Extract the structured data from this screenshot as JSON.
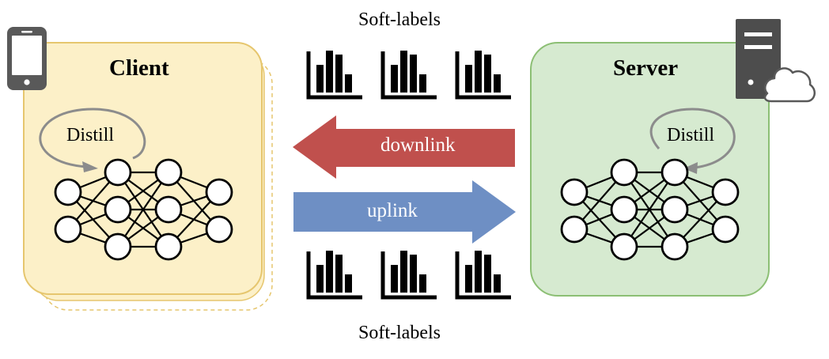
{
  "labels": {
    "soft_labels_top": "Soft-labels",
    "soft_labels_bottom": "Soft-labels"
  },
  "client": {
    "title": "Client",
    "loop_label": "Distill",
    "device_icon": "smartphone-icon"
  },
  "server": {
    "title": "Server",
    "loop_label": "Distill",
    "device_icon": "server-tower-icon",
    "cloud_icon": "cloud-icon"
  },
  "arrows": {
    "downlink": {
      "label": "downlink",
      "color": "#c0504d"
    },
    "uplink": {
      "label": "uplink",
      "color": "#6e8fc4"
    }
  },
  "soft_label_icon": "bar-chart-icon",
  "colors": {
    "client_fill": "#fcf0c8",
    "client_stroke": "#e6c66e",
    "server_fill": "#d6ead0",
    "server_stroke": "#8cbf74"
  }
}
